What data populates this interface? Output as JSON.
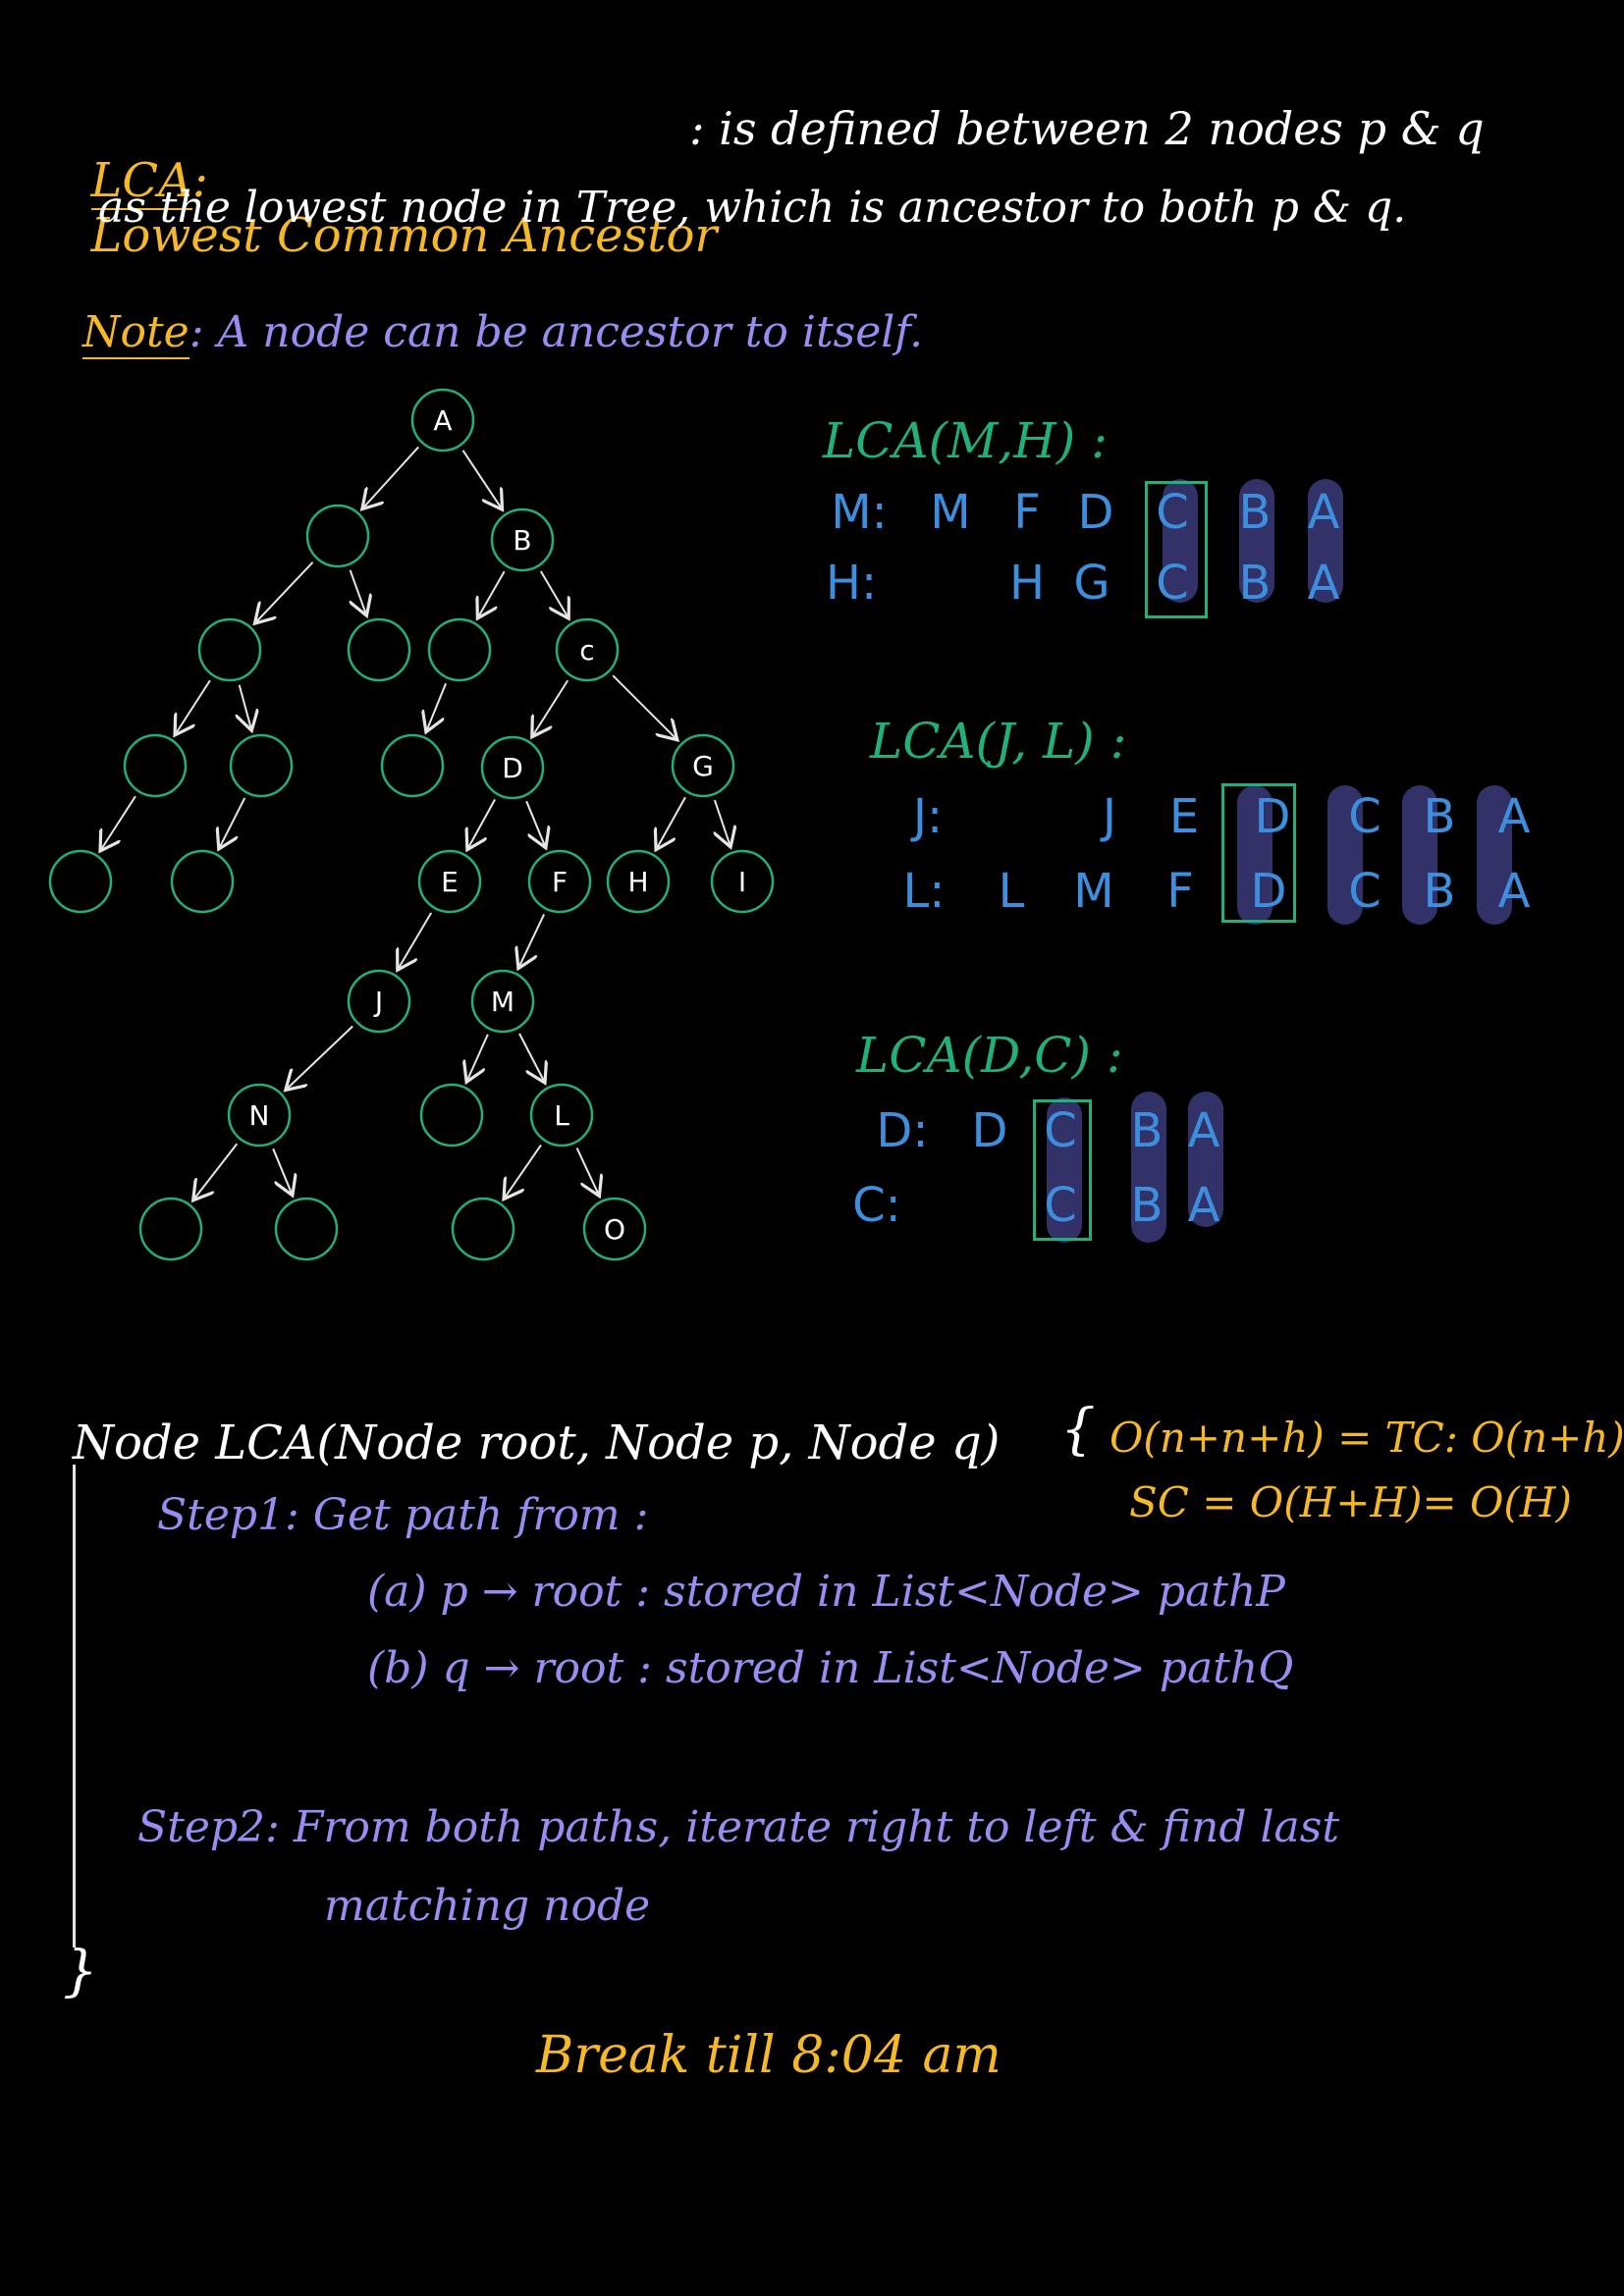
{
  "intro": {
    "title_term": "LCA",
    "title_colon": ":",
    "title_full": "Lowest Common Ancestor",
    "title_rest": ": is defined between 2 nodes p & q",
    "line2": "as the lowest node in Tree, which is ancestor to both p & q.",
    "note_label": "Note",
    "note_text": ": A node can be ancestor to itself."
  },
  "tree": {
    "nodes": [
      {
        "id": "A",
        "label": "A"
      },
      {
        "id": "n1",
        "label": ""
      },
      {
        "id": "B",
        "label": "B"
      },
      {
        "id": "n2",
        "label": ""
      },
      {
        "id": "n3",
        "label": ""
      },
      {
        "id": "n4",
        "label": ""
      },
      {
        "id": "C",
        "label": "c"
      },
      {
        "id": "n5",
        "label": ""
      },
      {
        "id": "n6",
        "label": ""
      },
      {
        "id": "n7",
        "label": ""
      },
      {
        "id": "D",
        "label": "D"
      },
      {
        "id": "G",
        "label": "G"
      },
      {
        "id": "n8",
        "label": ""
      },
      {
        "id": "n9",
        "label": ""
      },
      {
        "id": "E",
        "label": "E"
      },
      {
        "id": "F",
        "label": "F"
      },
      {
        "id": "H",
        "label": "H"
      },
      {
        "id": "I",
        "label": "I"
      },
      {
        "id": "J",
        "label": "J"
      },
      {
        "id": "M",
        "label": "M"
      },
      {
        "id": "N",
        "label": "N"
      },
      {
        "id": "n10",
        "label": ""
      },
      {
        "id": "L",
        "label": "L"
      },
      {
        "id": "n11",
        "label": ""
      },
      {
        "id": "n12",
        "label": ""
      },
      {
        "id": "n13",
        "label": ""
      },
      {
        "id": "O",
        "label": "O"
      }
    ],
    "edges": [
      [
        "A",
        "n1"
      ],
      [
        "A",
        "B"
      ],
      [
        "n1",
        "n2"
      ],
      [
        "n1",
        "n3"
      ],
      [
        "B",
        "n4"
      ],
      [
        "B",
        "C"
      ],
      [
        "n2",
        "n5"
      ],
      [
        "n2",
        "n6"
      ],
      [
        "n4",
        "n7"
      ],
      [
        "C",
        "D"
      ],
      [
        "C",
        "G"
      ],
      [
        "n5",
        "n8"
      ],
      [
        "n6",
        "n9"
      ],
      [
        "D",
        "E"
      ],
      [
        "D",
        "F"
      ],
      [
        "G",
        "H"
      ],
      [
        "G",
        "I"
      ],
      [
        "E",
        "J"
      ],
      [
        "F",
        "M"
      ],
      [
        "J",
        "N"
      ],
      [
        "M",
        "n10"
      ],
      [
        "M",
        "L"
      ],
      [
        "N",
        "n11"
      ],
      [
        "N",
        "n12"
      ],
      [
        "L",
        "n13"
      ],
      [
        "L",
        "O"
      ]
    ]
  },
  "examples": [
    {
      "title": "LCA(M,H) :",
      "rows": [
        {
          "label": "M:",
          "path": [
            "M",
            "F",
            "D",
            "C",
            "B",
            "A"
          ]
        },
        {
          "label": "H:",
          "path": [
            "",
            "H",
            "G",
            "C",
            "B",
            "A"
          ]
        }
      ]
    },
    {
      "title": "LCA(J, L) :",
      "rows": [
        {
          "label": "J:",
          "path": [
            "",
            "",
            "J",
            "E",
            "D",
            "C",
            "B",
            "A"
          ]
        },
        {
          "label": "L:",
          "path": [
            "L",
            "M",
            "F",
            "D",
            "C",
            "B",
            "A"
          ]
        }
      ]
    },
    {
      "title": "LCA(D,C) :",
      "rows": [
        {
          "label": "D:",
          "path": [
            "D",
            "C",
            "B",
            "A"
          ]
        },
        {
          "label": "C:",
          "path": [
            "",
            "C",
            "B",
            "A"
          ]
        }
      ]
    }
  ],
  "code": {
    "signature": "Node LCA(Node root, Node p, Node q)",
    "open_brace": "{",
    "tc": "O(n+n+h) = TC: O(n+h)",
    "sc": "SC = O(H+H)= O(H)",
    "step1": "Step1: Get path from :",
    "step1a": "(a) p → root : stored in List<Node> pathP",
    "step1b": "(b) q → root : stored in List<Node> pathQ",
    "step2": "Step2: From both paths, iterate right to left & find last",
    "step2b": "matching node",
    "close_brace": "}"
  },
  "footer": "Break till 8:04 am",
  "colors": {
    "title": "#f5b928",
    "note": "#9c8cf2",
    "tree": "#22b07a",
    "path": "#3d8fde",
    "highlight": "#3b3a7a"
  }
}
